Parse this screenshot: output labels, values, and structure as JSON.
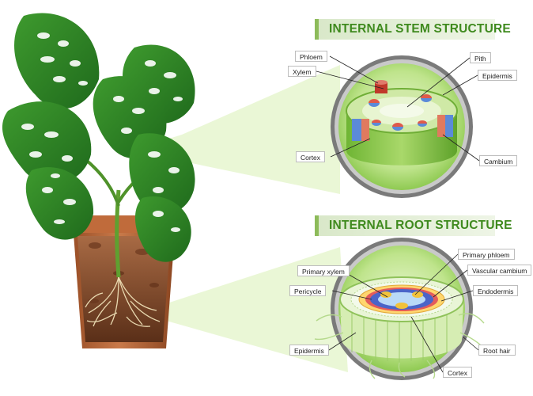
{
  "stem": {
    "title": "INTERNAL STEM STRUCTURE",
    "labels": {
      "phloem": "Phloem",
      "xylem": "Xylem",
      "pith": "Pith",
      "epidermis": "Epidermis",
      "cortex": "Cortex",
      "cambium": "Cambium"
    }
  },
  "root": {
    "title": "INTERNAL ROOT STRUCTURE",
    "labels": {
      "primary_phloem": "Primary phloem",
      "primary_xylem": "Primary xylem",
      "vascular_cambium": "Vascular cambium",
      "pericycle": "Pericycle",
      "endodermis": "Endodermis",
      "epidermis": "Epidermis",
      "root_hair": "Root hair",
      "cortex": "Cortex"
    }
  },
  "colors": {
    "leaf_dark": "#2f7d24",
    "leaf_light": "#6fbf3c",
    "pot": "#b5653a",
    "lens_fill": "#c6e79a",
    "lens_rim": "#8b8b8b",
    "banner_text": "#3f8a1e"
  }
}
